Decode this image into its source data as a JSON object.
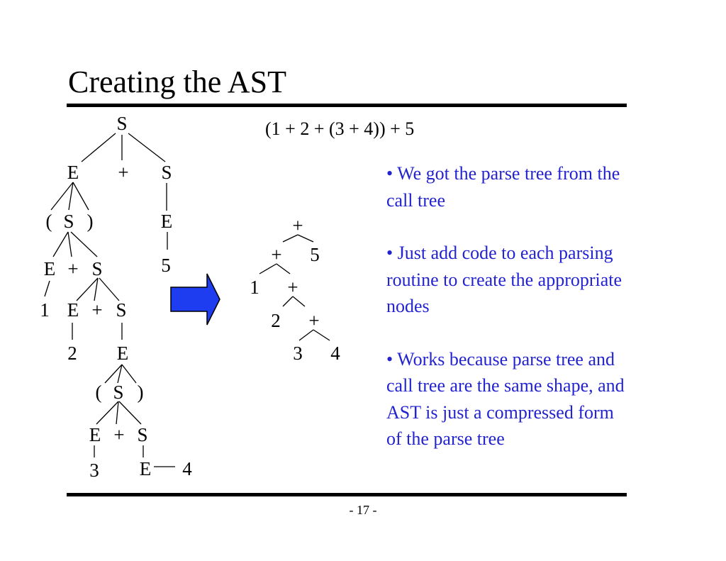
{
  "title": "Creating the AST",
  "expression": "(1 + 2 + (3 + 4)) + 5",
  "parse_tree": {
    "labels": [
      "S",
      "E",
      "+",
      "S",
      "(",
      "S",
      ")",
      "E",
      "5",
      "E",
      "+",
      "S",
      "1",
      "E",
      "+",
      "S",
      "2",
      "E",
      "(",
      "S",
      ")",
      "E",
      "+",
      "S",
      "3",
      "E",
      "4"
    ]
  },
  "arrow": {
    "color": "#1e3cf0",
    "icon": "right-arrow-icon"
  },
  "ast": {
    "labels": [
      "+",
      "+",
      "5",
      "1",
      "+",
      "2",
      "+",
      "3",
      "4"
    ]
  },
  "bullets": [
    "• We got the parse tree from the call tree",
    "• Just add code to each parsing routine to create the appropriate nodes",
    "• Works because parse tree and call tree are the same shape, and AST is just a compressed form of the parse tree"
  ],
  "page_number": "- 17 -",
  "colors": {
    "bullet_text": "#2323d0",
    "rule": "#000000"
  }
}
